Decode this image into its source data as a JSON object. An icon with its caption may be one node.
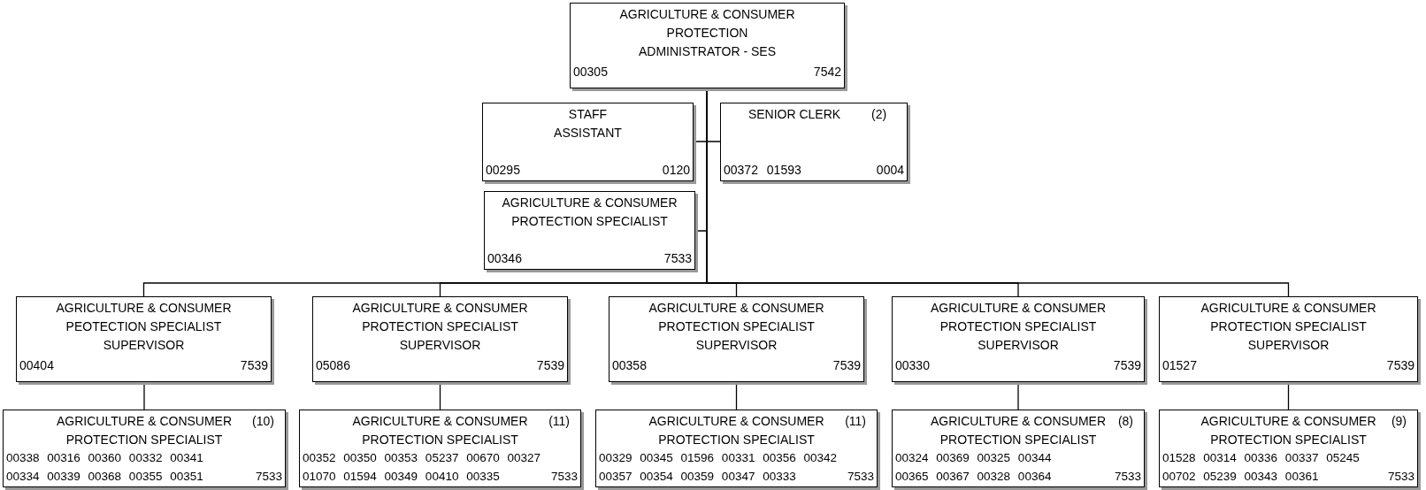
{
  "diagram": {
    "nodes": [
      {
        "text": [
          "AGRICULTURE & CONSUMER PROTECTION",
          "ADMINISTRATOR - SES",
          "00305",
          "7542"
        ]
      },
      {
        "text": [
          "STAFF ASSISTANT",
          "00295",
          "0120"
        ]
      },
      {
        "text": [
          "SENIOR CLERK",
          "(2)",
          "00372 01593",
          "0004"
        ]
      },
      {
        "text": [
          "AGRICULTURE & CONSUMER PROTECTION SPECIALIST",
          "00346",
          "7533"
        ]
      },
      {
        "text": [
          "AGRICULTURE & CONSUMER PEOTECTION SPECIALIST SUPERVISOR",
          "00404",
          "7539"
        ]
      },
      {
        "text": [
          "AGRICULTURE & CONSUMER PROTECTION SPECIALIST SUPERVISOR",
          "05086",
          "7539"
        ]
      },
      {
        "text": [
          "AGRICULTURE & CONSUMER PROTECTION SPECIALIST SUPERVISOR",
          "00358",
          "7539"
        ]
      },
      {
        "text": [
          "AGRICULTURE & CONSUMER PROTECTION SPECIALIST SUPERVISOR",
          "00330",
          "7539"
        ]
      },
      {
        "text": [
          "AGRICULTURE & CONSUMER PROTECTION SPECIALIST SUPERVISOR",
          "01527",
          "7539"
        ]
      },
      {
        "text": [
          "AGRICULTURE & CONSUMER PROTECTION SPECIALIST",
          "(10)",
          "00338 00316 00360 00332 00341",
          "00334 00339 00368 00355 00351",
          "7533"
        ]
      },
      {
        "text": [
          "AGRICULTURE & CONSUMER PROTECTION SPECIALIST",
          "(11)",
          "00352 00350 00353 05237 00670 00327",
          "01070 01594 00349 00410 00335",
          "7533"
        ]
      },
      {
        "text": [
          "AGRICULTURE & CONSUMER PROTECTION SPECIALIST",
          "(11)",
          "00329 00345 01596 00331 00356 00342",
          "00357 00354 00359 00347 00333",
          "7533"
        ]
      },
      {
        "text": [
          "AGRICULTURE & CONSUMER PROTECTION SPECIALIST",
          "(8)",
          "00324 00369 00325 00344",
          "00365 00367 00328 00364",
          "7533"
        ]
      },
      {
        "text": [
          "AGRICULTURE & CONSUMER PROTECTION SPECIALIST",
          "(9)",
          "01528 00314 00336 00337 05245",
          "00702 05239 00343 00361",
          "7533"
        ]
      }
    ],
    "edges": [
      {
        "from": 0,
        "to": 1,
        "arrow": "none"
      },
      {
        "from": 0,
        "to": 2,
        "arrow": "none"
      },
      {
        "from": 0,
        "to": 3,
        "arrow": "none"
      },
      {
        "from": 0,
        "to": 4,
        "arrow": "none"
      },
      {
        "from": 0,
        "to": 5,
        "arrow": "none"
      },
      {
        "from": 0,
        "to": 6,
        "arrow": "none"
      },
      {
        "from": 0,
        "to": 7,
        "arrow": "none"
      },
      {
        "from": 0,
        "to": 8,
        "arrow": "none"
      },
      {
        "from": 4,
        "to": 9,
        "arrow": "none"
      },
      {
        "from": 5,
        "to": 10,
        "arrow": "none"
      },
      {
        "from": 6,
        "to": 11,
        "arrow": "none"
      },
      {
        "from": 7,
        "to": 12,
        "arrow": "none"
      },
      {
        "from": 8,
        "to": 13,
        "arrow": "none"
      }
    ]
  }
}
